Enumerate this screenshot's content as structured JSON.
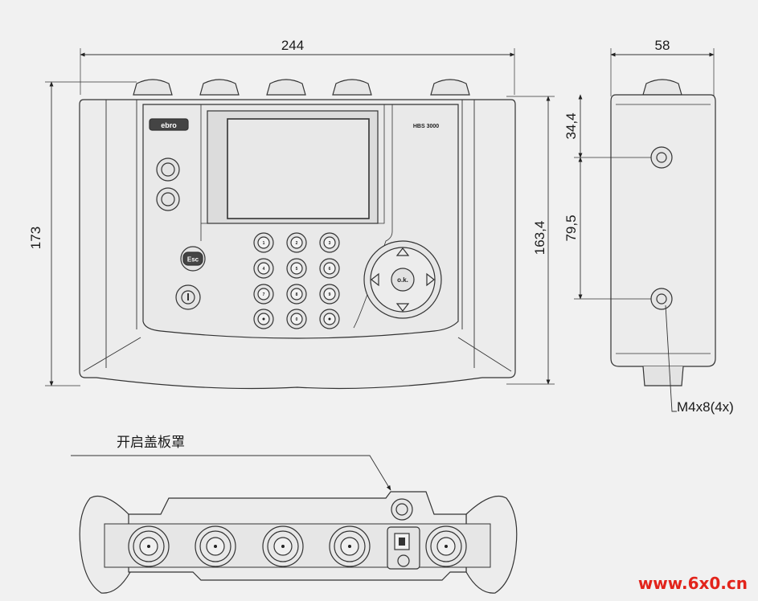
{
  "front_view": {
    "width_dim": "244",
    "height_dim": "173",
    "inner_height_dim": "163,4",
    "brand_label": "ebro",
    "model_label": "HBS 3000",
    "buttons": {
      "esc": "Esc",
      "ok": "o.k."
    },
    "keypad": [
      "1",
      "2",
      "3",
      "4",
      "5",
      "6",
      "7",
      "8",
      "9",
      "",
      "0",
      ""
    ]
  },
  "side_view": {
    "depth_dim": "58",
    "top_offset_dim": "34,4",
    "hole_spacing_dim": "79,5",
    "thread_label": "M4x8(4x)"
  },
  "bottom_view": {
    "cover_label": "开启盖板罩"
  },
  "watermark": "www.6x0.cn",
  "colors": {
    "background": "#f1f1f1",
    "line": "#333333",
    "watermark": "#e2241b"
  }
}
